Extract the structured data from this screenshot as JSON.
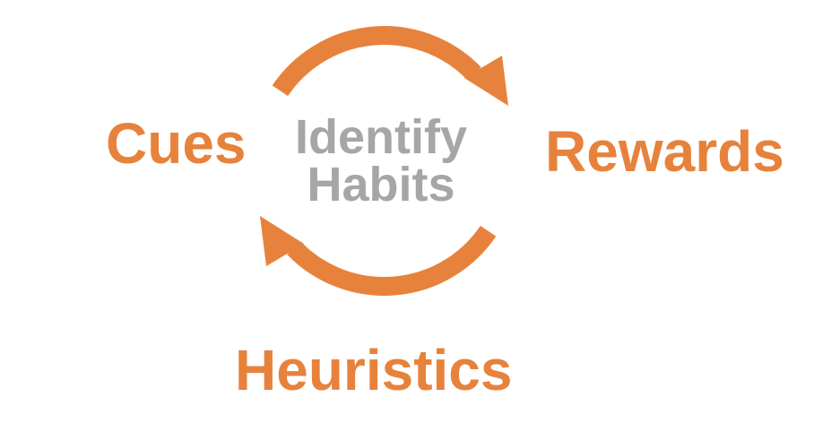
{
  "diagram": {
    "type": "cycle",
    "direction": "clockwise",
    "center_title": {
      "line1": "Identify",
      "line2": "Habits"
    },
    "labels": {
      "left": "Cues",
      "right": "Rewards",
      "bottom": "Heuristics"
    },
    "icons": [
      {
        "name": "cycle-arrow-top-icon",
        "glyph": "clockwise curved arrow, arrowhead pointing down-right"
      },
      {
        "name": "cycle-arrow-bottom-icon",
        "glyph": "clockwise curved arrow, arrowhead pointing up-left"
      }
    ]
  },
  "colors": {
    "accent_orange": "#E7823C",
    "center_gray": "#A6A6A6",
    "background": "#FFFFFF"
  }
}
